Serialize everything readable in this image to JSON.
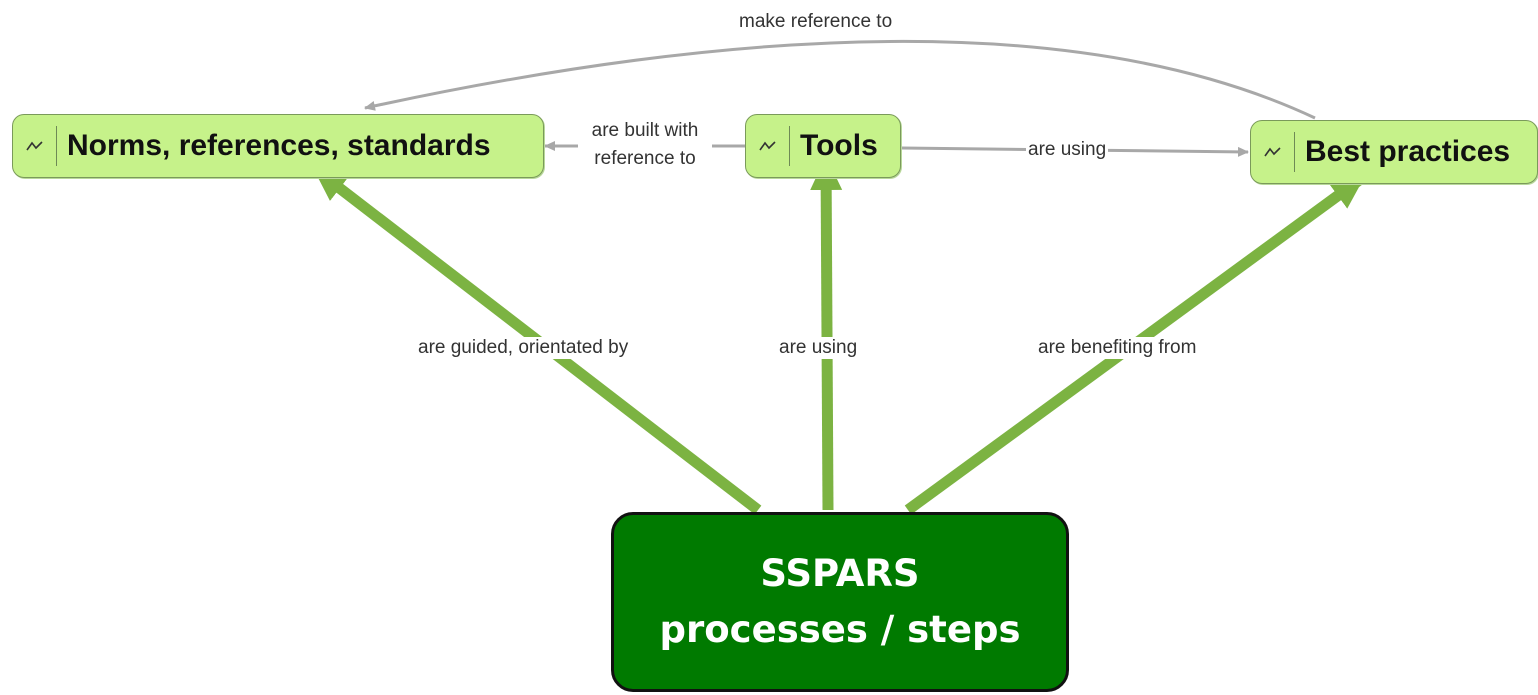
{
  "nodes": {
    "norms": "Norms, references, standards",
    "tools": "Tools",
    "best_practices": "Best practices",
    "main": {
      "line1": "SSPARS",
      "line2": "processes / steps"
    }
  },
  "edges": {
    "make_reference_to": "make reference to",
    "built_with_line1": "are built with",
    "built_with_line2": "reference to",
    "tools_using": "are using",
    "guided": "are guided, orientated by",
    "main_using": "are using",
    "benefiting": "are benefiting from"
  },
  "colors": {
    "node_fill": "#c6f28a",
    "main_fill": "#007a00",
    "thick_arrow": "#7cb342",
    "thin_arrow": "#a8a8a8"
  },
  "icons": {
    "node_handle": "expand-map-icon"
  }
}
